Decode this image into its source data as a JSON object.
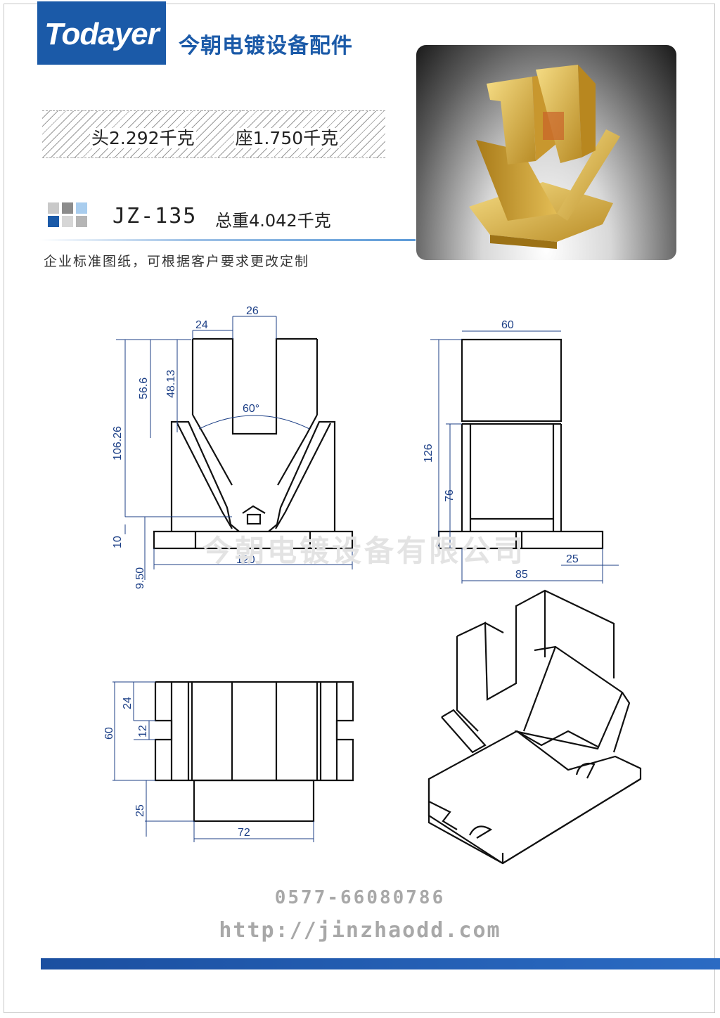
{
  "header": {
    "logo_text": "Todayer",
    "brand_cn": "今朝电镀设备配件"
  },
  "weights": {
    "head": "头2.292千克",
    "seat": "座1.750千克"
  },
  "product": {
    "model": "JZ-135",
    "total_weight": "总重4.042千克"
  },
  "note": "企业标准图纸，可根据客户要求更改定制",
  "drawing": {
    "front": {
      "dim_26": "26",
      "dim_24": "24",
      "dim_56_6": "56.6",
      "dim_48_13": "48.13",
      "dim_106_26": "106.26",
      "angle_60": "60°",
      "dim_10": "10",
      "dim_9_50": "9.50",
      "dim_120": "120"
    },
    "side": {
      "dim_60": "60",
      "dim_126": "126",
      "dim_76": "76",
      "dim_25": "25",
      "dim_85": "85"
    },
    "top": {
      "dim_24": "24",
      "dim_12": "12",
      "dim_60": "60",
      "dim_25": "25",
      "dim_72": "72"
    },
    "watermark": "今朝电镀设备有限公司"
  },
  "contact": {
    "phone": "0577-66080786",
    "url": "http://jinzhaodd.com"
  },
  "colors": {
    "brand_blue": "#1b5aa8",
    "dim_blue": "#1c3f86",
    "gold": "#d8b44a"
  }
}
